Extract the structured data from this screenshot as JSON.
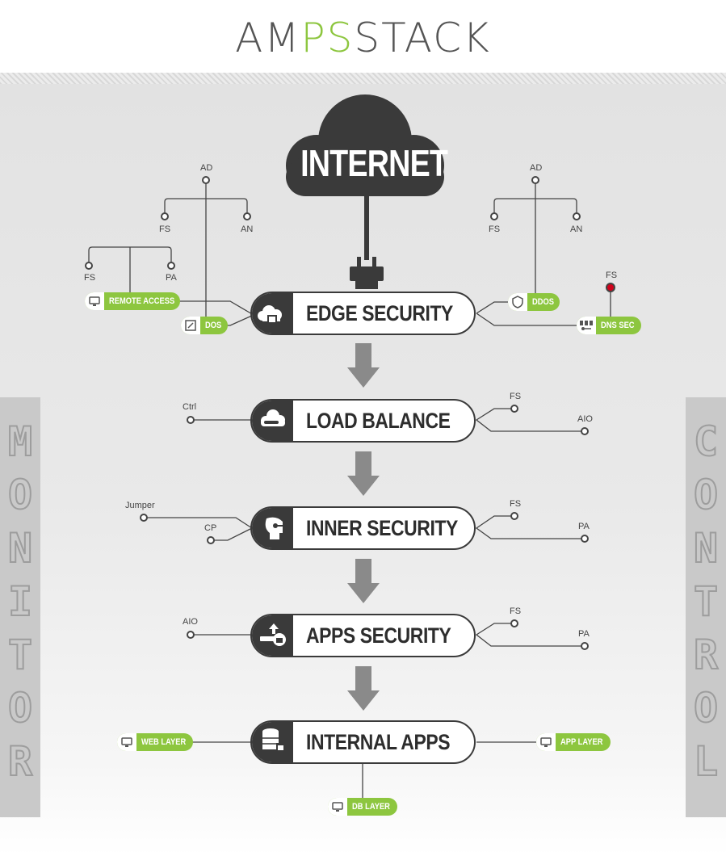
{
  "logo": {
    "part1": "AM",
    "part2": "PS",
    "part3": "STACK"
  },
  "internet_label": "INTERNET",
  "side_left": [
    "M",
    "O",
    "N",
    "I",
    "T",
    "O",
    "R"
  ],
  "side_right": [
    "C",
    "O",
    "N",
    "T",
    "R",
    "O",
    "L"
  ],
  "nodes": {
    "edge": "EDGE SECURITY",
    "load": "LOAD BALANCE",
    "inner": "INNER SECURITY",
    "apps": "APPS SECURITY",
    "internal": "INTERNAL APPS"
  },
  "labels": {
    "ad_left": "AD",
    "fs_left_mid": "FS",
    "an_left": "AN",
    "fs_left_low": "FS",
    "pa_left_low": "PA",
    "ad_right": "AD",
    "fs_right_mid": "FS",
    "an_right": "AN",
    "fs_dnssec": "FS",
    "ctrl": "Ctrl",
    "lb_fs": "FS",
    "lb_aio": "AIO",
    "jumper": "Jumper",
    "cp": "CP",
    "is_fs": "FS",
    "is_pa": "PA",
    "aio_apps": "AIO",
    "as_fs": "FS",
    "as_pa": "PA"
  },
  "tags": {
    "remote_access": "REMOTE ACCESS",
    "dos": "DOS",
    "ddos": "DDOS",
    "dns_sec": "DNS SEC",
    "web_layer": "WEB LAYER",
    "app_layer": "APP LAYER",
    "db_layer": "DB LAYER"
  },
  "colors": {
    "accent": "#8dc63f",
    "dark": "#3a3a3a",
    "arrow": "#8a8a8a",
    "line": "#444444",
    "red_dot": "#d0021b"
  }
}
